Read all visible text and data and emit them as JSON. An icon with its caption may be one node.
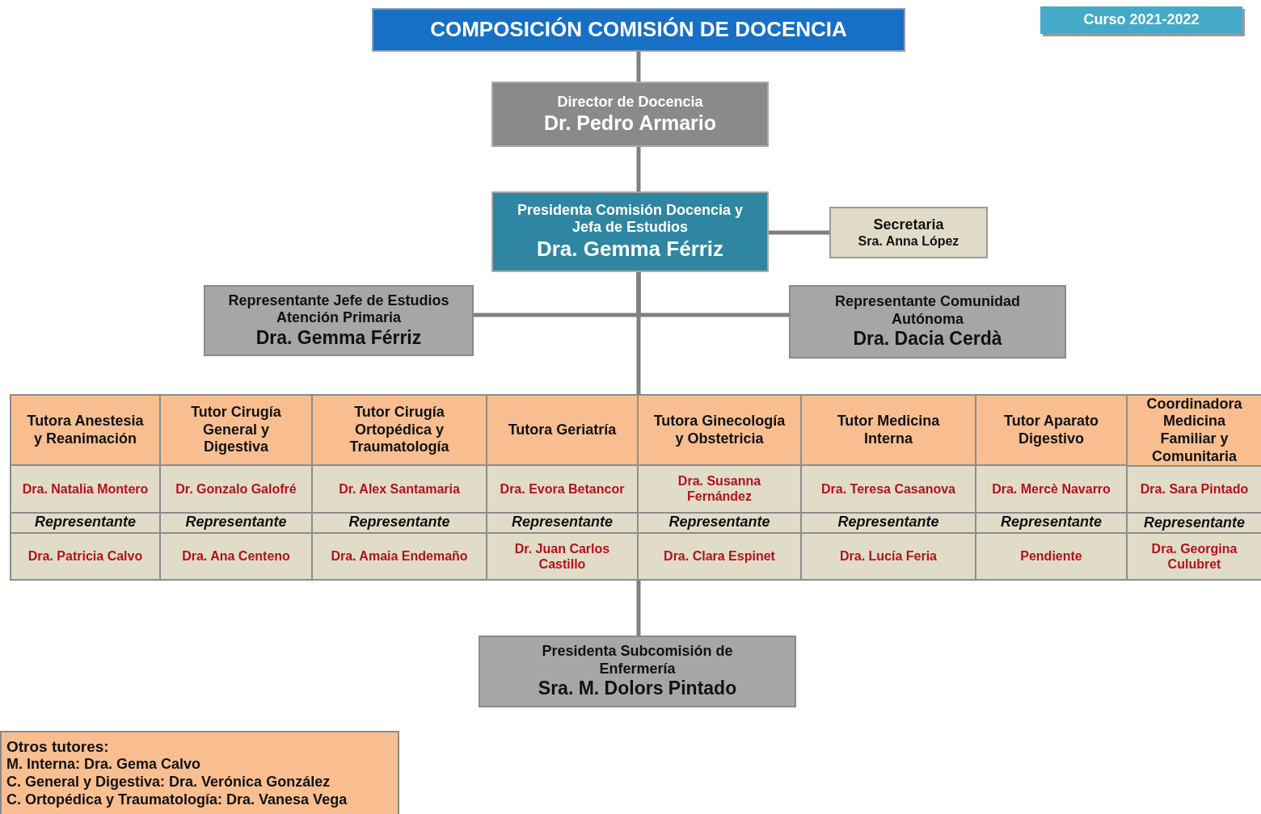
{
  "diagram": {
    "nodes": [
      {
        "text": [
          "COMPOSICIÓN COMISIÓN DE DOCENCIA"
        ]
      },
      {
        "text": [
          "Curso 2021-2022"
        ]
      },
      {
        "text": [
          "Director de Docencia",
          "Dr. Pedro Armario"
        ]
      },
      {
        "text": [
          "Presidenta Comisión Docencia y Jefa de Estudios",
          "Dra. Gemma Férriz"
        ]
      },
      {
        "text": [
          "Secretaria",
          "Sra. Anna López"
        ]
      },
      {
        "text": [
          "Representante Jefe de Estudios Atención Primaria",
          "Dra. Gemma Férriz"
        ]
      },
      {
        "text": [
          "Representante Comunidad Autónoma",
          "Dra. Dacia Cerdà"
        ]
      },
      {
        "text": [],
        "shape": "box"
      },
      {
        "text": [
          "Tutora Anestesia y Reanimación",
          "Dra. Natalia Montero",
          "Representante",
          "Dra. Patricia Calvo"
        ],
        "in": 7
      },
      {
        "text": [
          "Tutor Cirugía General y Digestiva",
          "Dr. Gonzalo Galofré",
          "Representante",
          "Dra. Ana Centeno"
        ],
        "in": 7
      },
      {
        "text": [
          "Tutor Cirugía Ortopédica y Traumatología",
          "Dr. Alex Santamaria",
          "Representante",
          "Dra. Amaia Endemaño"
        ],
        "in": 7
      },
      {
        "text": [
          "Tutora Geriatría",
          "Dra. Evora Betancor",
          "Representante",
          "Dr. Juan Carlos Castillo"
        ],
        "in": 7
      },
      {
        "text": [
          "Tutora Ginecología y Obstetricia",
          "Dra. Susanna Fernández",
          "Representante",
          "Dra. Clara Espinet"
        ],
        "in": 7
      },
      {
        "text": [
          "Tutor Medicina Interna",
          "Dra. Teresa Casanova",
          "Representante",
          "Dra. Lucía Feria"
        ],
        "in": 7
      },
      {
        "text": [
          "Tutor Aparato Digestivo",
          "Dra. Mercè Navarro",
          "Representante",
          "Pendiente"
        ],
        "in": 7
      },
      {
        "text": [
          "Coordinadora Medicina Familiar y Comunitaria",
          "Dra. Sara Pintado",
          "Representante",
          "Dra. Georgina Culubret"
        ],
        "in": 7
      },
      {
        "text": [
          "Presidenta Subcomisión de Enfermería",
          "Sra. M. Dolors Pintado"
        ]
      },
      {
        "text": [
          "Otros tutores:",
          "M. Interna: Dra. Gema Calvo",
          "C. General y Digestiva: Dra. Verónica González",
          "C. Ortopédica y Traumatología: Dra. Vanesa Vega"
        ]
      }
    ],
    "edges": [
      {
        "from": 0,
        "to": 2,
        "arrow": "none"
      },
      {
        "from": 2,
        "to": 3,
        "arrow": "none"
      },
      {
        "from": 3,
        "to": 4,
        "arrow": "none"
      },
      {
        "from": 3,
        "to": 5,
        "arrow": "none"
      },
      {
        "from": 3,
        "to": 6,
        "arrow": "none"
      },
      {
        "from": 3,
        "to": 7,
        "arrow": "none"
      },
      {
        "from": 7,
        "to": 16,
        "arrow": "none"
      }
    ]
  }
}
